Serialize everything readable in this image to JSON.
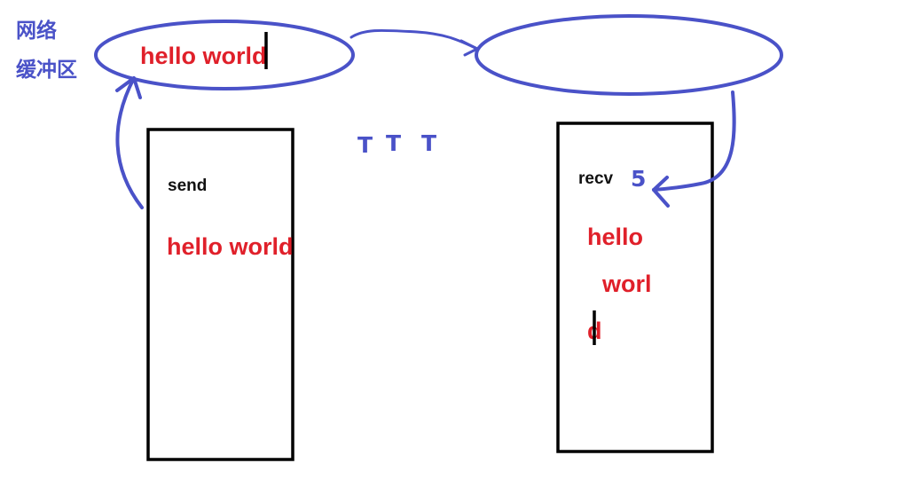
{
  "buffer_label": {
    "line1": "网络",
    "line2": "缓冲区"
  },
  "left_buffer": {
    "content": "hello world"
  },
  "sender": {
    "label": "send",
    "content": "hello world"
  },
  "receiver": {
    "label": "recv",
    "count": "5",
    "chunks": [
      "hello",
      "worl",
      "d"
    ]
  },
  "transit_marks": [
    "T",
    "T",
    "T"
  ],
  "colors": {
    "ink_blue": "#4a52c8",
    "text_red": "#e0202a",
    "box_black": "#000000"
  }
}
